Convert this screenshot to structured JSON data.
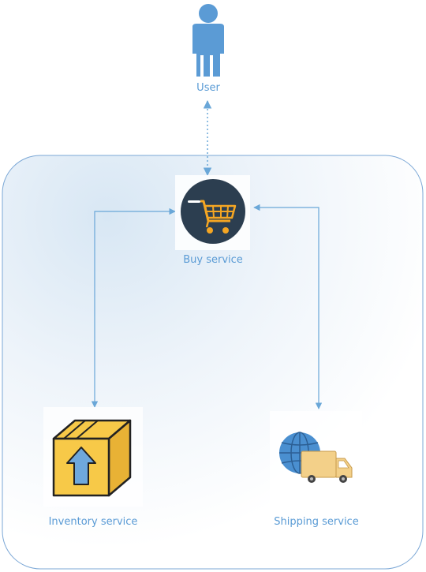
{
  "nodes": {
    "user": {
      "label": "User",
      "icon": "user-icon"
    },
    "buy": {
      "label": "Buy service",
      "icon": "shopping-cart-icon"
    },
    "inventory": {
      "label": "Inventory service",
      "icon": "box-upload-icon"
    },
    "shipping": {
      "label": "Shipping service",
      "icon": "globe-truck-icon"
    }
  },
  "edges": [
    {
      "from": "user",
      "to": "buy",
      "style": "dotted"
    },
    {
      "from": "buy",
      "to": "inventory",
      "style": "solid"
    },
    {
      "from": "buy",
      "to": "shipping",
      "style": "solid"
    }
  ],
  "colors": {
    "label": "#5a9bd5",
    "connector": "#6aa7d8",
    "group_border": "#7ba7d6",
    "cart_accent": "#f5a623",
    "box": "#f7c948",
    "truck": "#f3d089",
    "globe": "#4a8fd0"
  }
}
